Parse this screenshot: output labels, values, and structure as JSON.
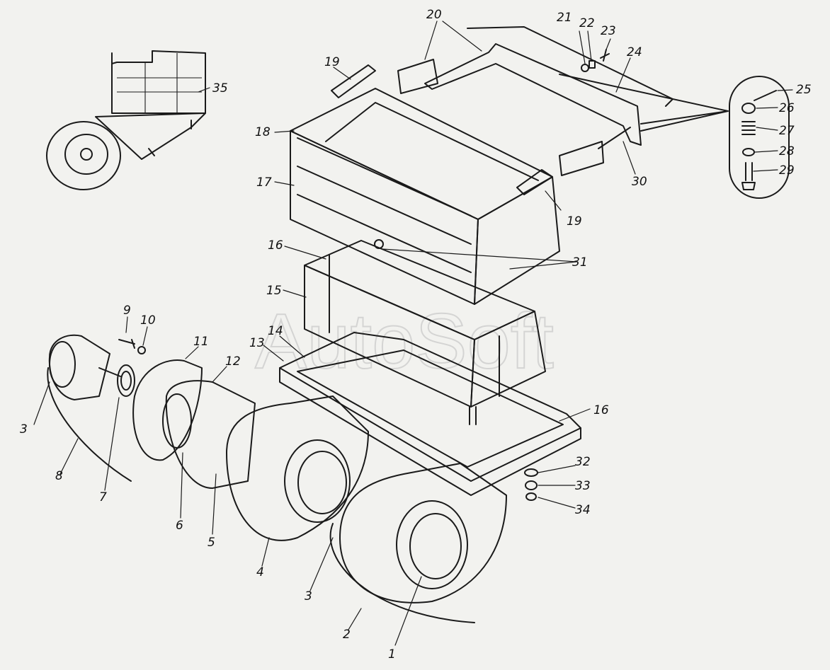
{
  "watermark": "AutoSoft",
  "callouts": [
    "1",
    "2",
    "3",
    "3",
    "4",
    "5",
    "6",
    "7",
    "8",
    "9",
    "10",
    "11",
    "12",
    "13",
    "14",
    "15",
    "16",
    "16",
    "17",
    "18",
    "19",
    "19",
    "20",
    "21",
    "22",
    "23",
    "24",
    "25",
    "26",
    "27",
    "28",
    "29",
    "30",
    "31",
    "32",
    "33",
    "34",
    "35"
  ]
}
